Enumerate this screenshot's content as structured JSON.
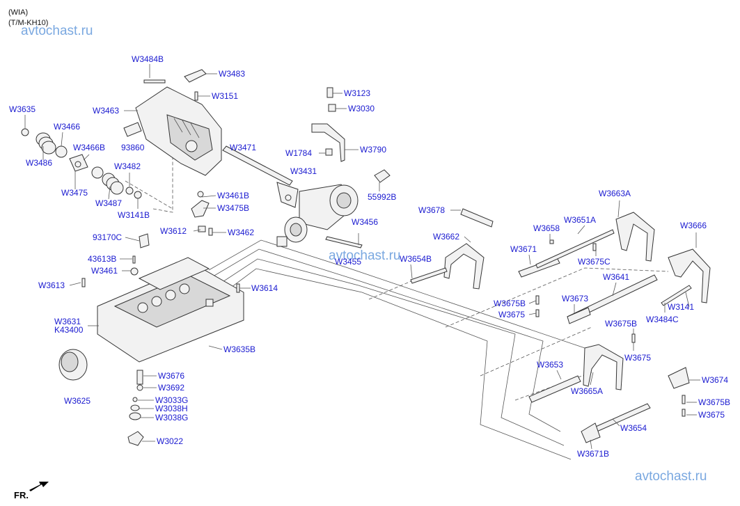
{
  "header": {
    "line1": "(WIA)",
    "line2": "(T/M-KH10)"
  },
  "watermark": "avtochast.ru",
  "fr_label": "FR.",
  "callouts": {
    "W3484B": "W3484B",
    "W3483": "W3483",
    "W3151": "W3151",
    "W3463": "W3463",
    "W3635": "W3635",
    "W3466": "W3466",
    "W3466B": "W3466B",
    "W3486": "W3486",
    "W3482": "W3482",
    "W3475": "W3475",
    "W3487": "W3487",
    "93860": "93860",
    "W3471": "W3471",
    "W3141B": "W3141B",
    "W3461B": "W3461B",
    "W3475B": "W3475B",
    "W3612": "W3612",
    "W3462": "W3462",
    "93170C": "93170C",
    "43613B": "43613B",
    "W3461": "W3461",
    "W3613": "W3613",
    "W3614": "W3614",
    "W3631": "W3631",
    "K43400": "K43400",
    "W3635B": "W3635B",
    "W3625": "W3625",
    "W3676": "W3676",
    "W3692": "W3692",
    "W3033G": "W3033G",
    "W3038H": "W3038H",
    "W3038G": "W3038G",
    "W3022": "W3022",
    "W3123": "W3123",
    "W3030": "W3030",
    "W1784": "W1784",
    "W3790": "W3790",
    "W3431": "W3431",
    "55992B": "55992B",
    "W3456": "W3456",
    "W3455": "W3455",
    "W3678": "W3678",
    "W3662": "W3662",
    "W3654B": "W3654B",
    "W3658": "W3658",
    "W3651A": "W3651A",
    "W3663A": "W3663A",
    "W3671": "W3671",
    "W3675C": "W3675C",
    "W3666": "W3666",
    "W3641": "W3641",
    "W3675B_a": "W3675B",
    "W3675_a": "W3675",
    "W3673": "W3673",
    "W3141": "W3141",
    "W3484C": "W3484C",
    "W3675B_b": "W3675B",
    "W3675_b": "W3675",
    "W3653": "W3653",
    "W3665A": "W3665A",
    "W3674": "W3674",
    "W3675B_c": "W3675B",
    "W3675_c": "W3675",
    "W3654": "W3654",
    "W3671B": "W3671B"
  }
}
